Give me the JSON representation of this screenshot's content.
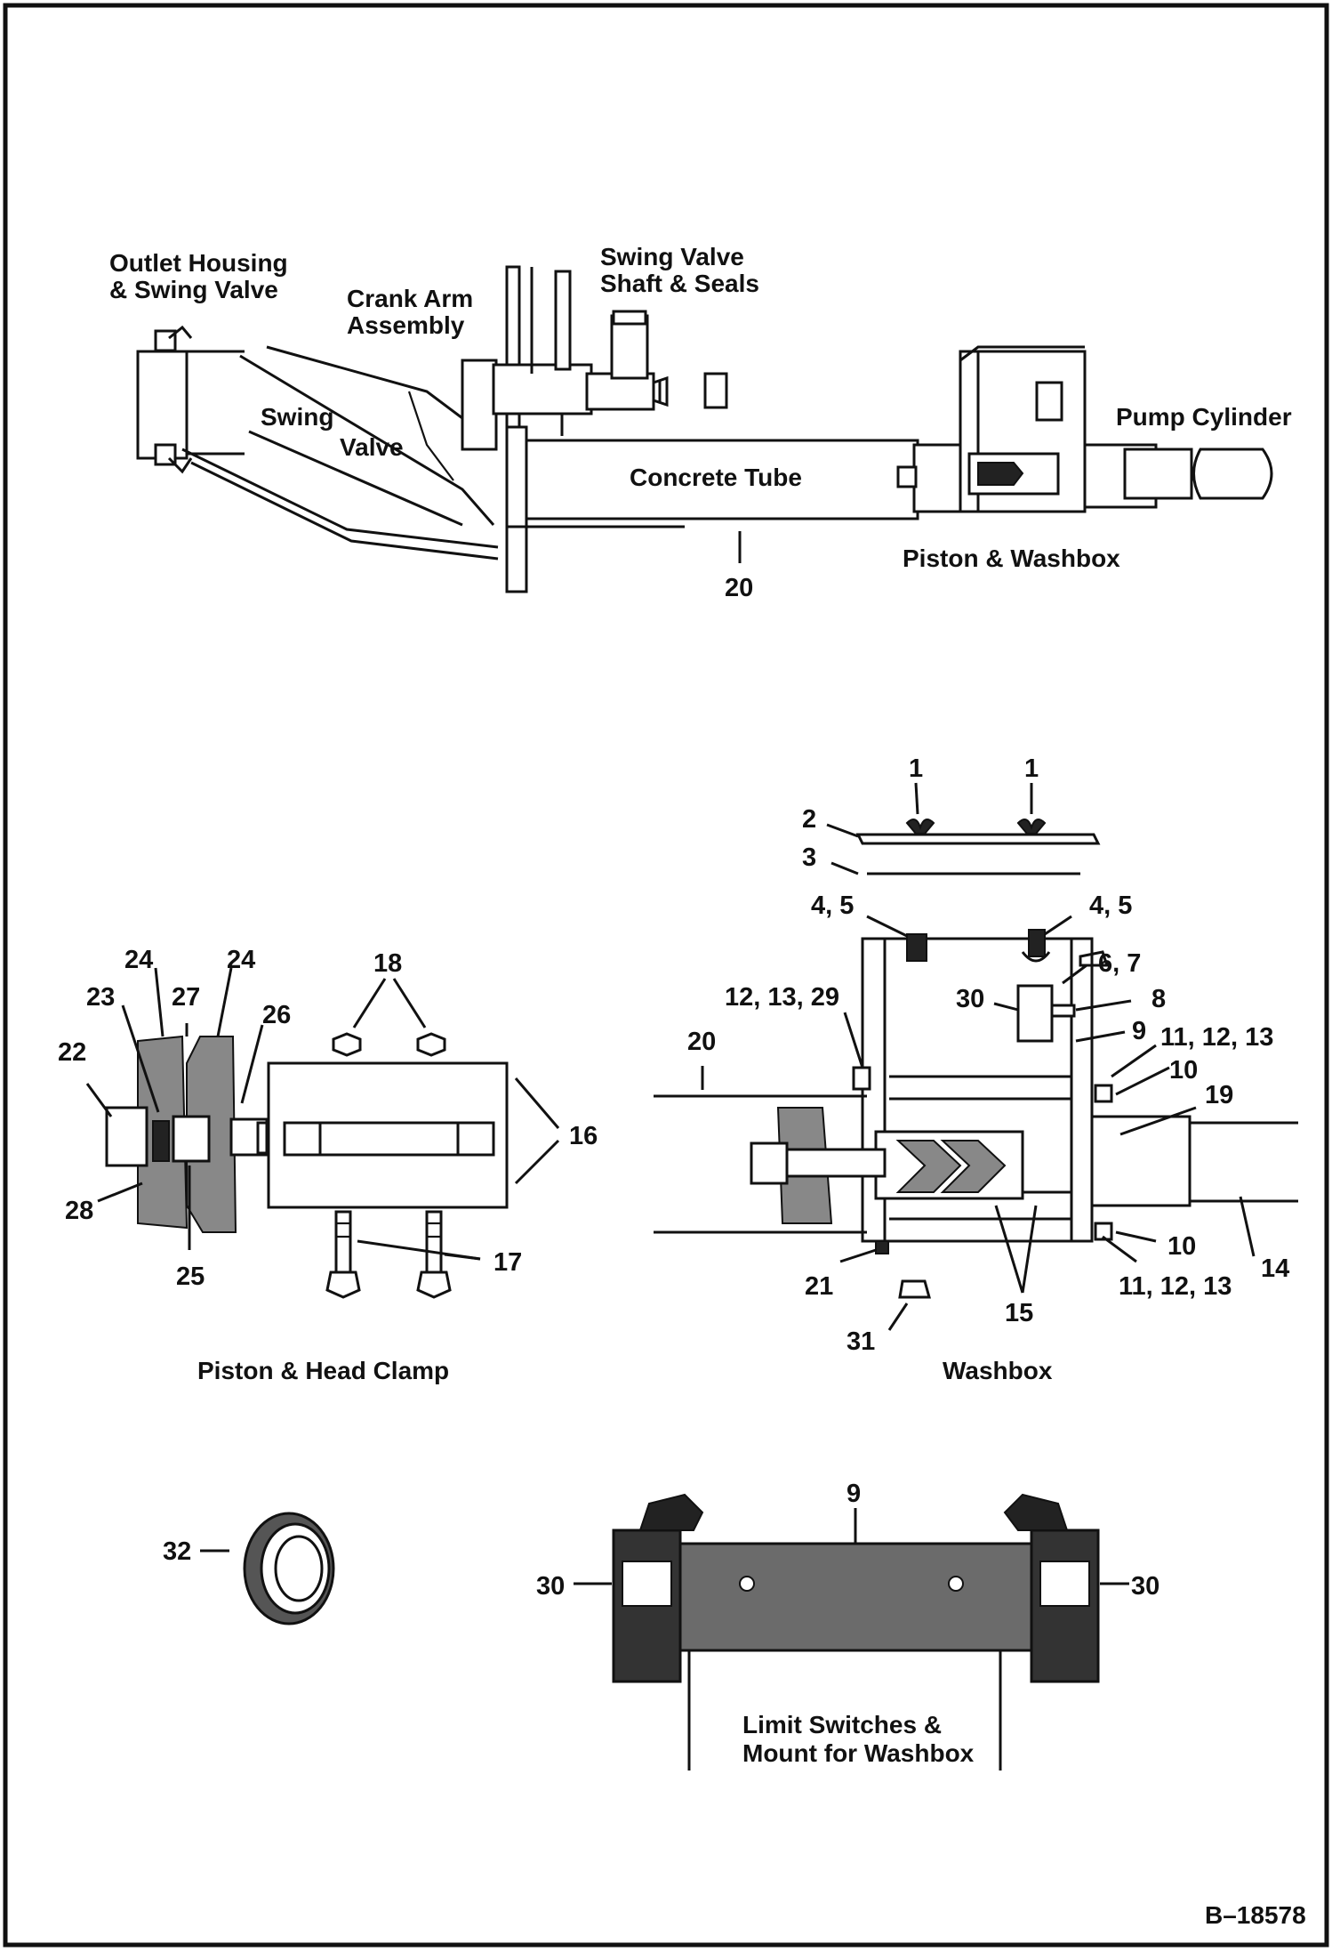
{
  "figure_id": "B–18578",
  "overview": {
    "labels": {
      "outlet_housing": [
        "Outlet  Housing",
        "& Swing Valve"
      ],
      "crank_arm": [
        "Crank Arm",
        "Assembly"
      ],
      "swing_valve_shaft": [
        "Swing Valve",
        "Shaft & Seals"
      ],
      "swing": "Swing",
      "valve": "Valve",
      "pump_cylinder": "Pump Cylinder",
      "concrete_tube": "Concrete Tube",
      "piston_washbox": "Piston & Washbox",
      "callout_20": "20"
    }
  },
  "piston_head_clamp": {
    "title": "Piston & Head Clamp",
    "callouts": [
      "24",
      "27",
      "24",
      "23",
      "26",
      "22",
      "18",
      "16",
      "28",
      "25",
      "17"
    ]
  },
  "washbox": {
    "title": "Washbox",
    "callouts": [
      "1",
      "1",
      "2",
      "3",
      "4, 5",
      "4, 5",
      "6, 7",
      "30",
      "8",
      "12, 13, 29",
      "9",
      "11, 12, 13",
      "20",
      "10",
      "19",
      "10",
      "14",
      "21",
      "11, 12, 13",
      "15",
      "31"
    ]
  },
  "seal": {
    "callout": "32"
  },
  "limit_switches": {
    "title": [
      "Limit Switches &",
      "Mount for Washbox"
    ],
    "callouts": [
      "9",
      "30",
      "30"
    ]
  },
  "icons": [
    "wing-nut-icon",
    "hex-nut-icon",
    "bolt-icon",
    "seal-ring-icon"
  ]
}
